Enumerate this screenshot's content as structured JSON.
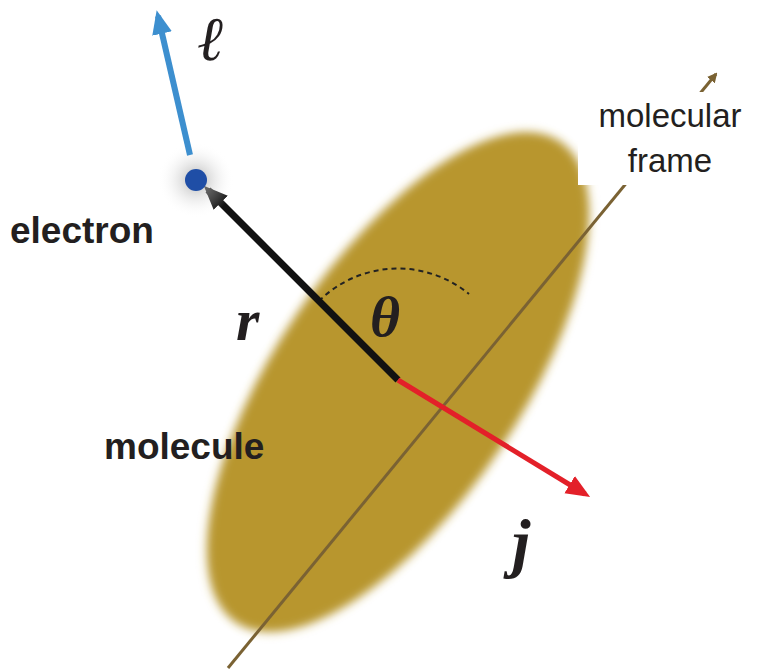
{
  "diagram": {
    "labels": [
      "ℓ",
      "electron",
      "r",
      "θ",
      "molecule",
      "j",
      "molecular frame"
    ]
  }
}
